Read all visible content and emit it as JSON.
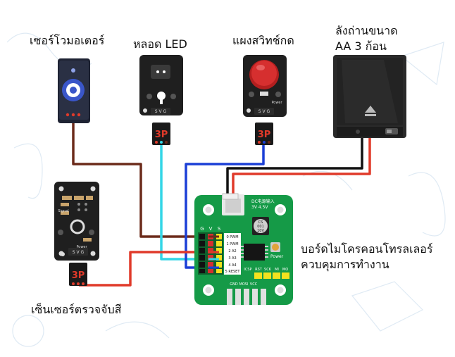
{
  "labels": {
    "servo": "เซอร์โวมอเตอร์",
    "led": "หลอด LED",
    "button": "แผงสวิทช์กด",
    "battery": "ลังถ่านขนาด\nAA 3 ก้อน",
    "board": "บอร์ดไมโครคอนโทรลเลอร์\nควบคุมการทำงาน",
    "color_sensor": "เซ็นเซอร์ตรวจจับสี"
  },
  "module_text": {
    "svg_pins": "S V G",
    "connector_3p": "3P",
    "power": "Power",
    "signal": "Signal"
  },
  "board_text": {
    "header_pins": [
      "G",
      "V",
      "S"
    ],
    "port_labels": [
      "0 PWM",
      "1 PWM",
      "2 A2",
      "3 A3",
      "4 A4",
      "5 RESET"
    ],
    "dc_input": "DC电源输入",
    "voltage": "3V 4.5V",
    "cap_lines": [
      "CS",
      "001",
      "10V"
    ],
    "power": "Power",
    "bottom_pins": [
      "GND",
      "MOSI",
      "VCC"
    ],
    "icsp_pins": [
      "ICSP",
      "RST",
      "SCK",
      "MI",
      "MO"
    ]
  },
  "colors": {
    "board_green": "#159a47",
    "wire_brown": "#6b2a1a",
    "wire_cyan": "#33d6e6",
    "wire_blue": "#1b3fd6",
    "wire_red": "#e03a2a",
    "wire_black": "#111111",
    "connector_red": "#d62f2f",
    "header_yellow": "#f2e21e"
  }
}
